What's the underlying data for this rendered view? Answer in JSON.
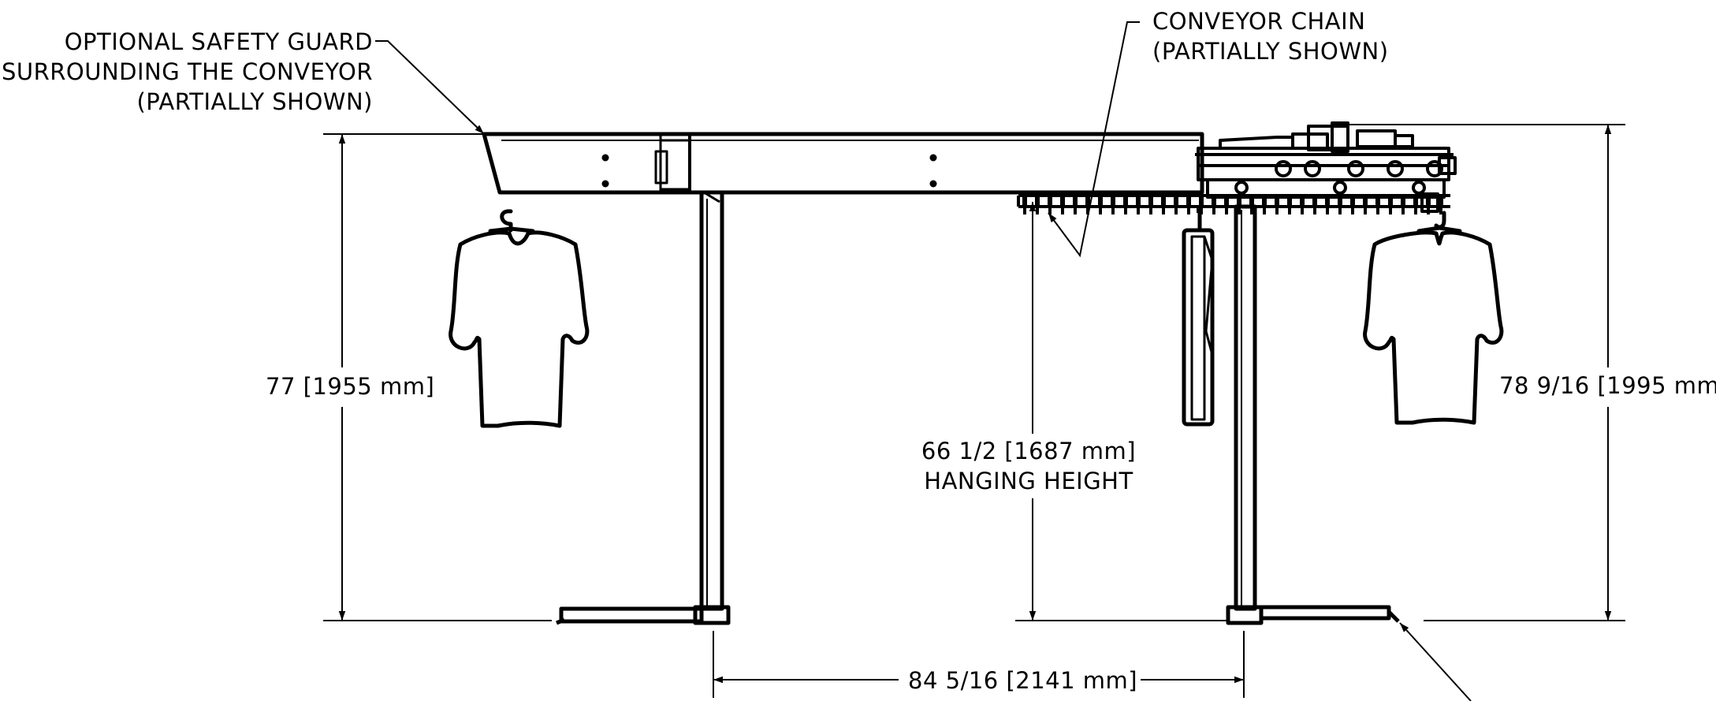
{
  "callouts": {
    "safety_guard": [
      "OPTIONAL SAFETY GUARD",
      "SURROUNDING THE CONVEYOR",
      "(PARTIALLY SHOWN)"
    ],
    "conveyor_chain": [
      "CONVEYOR CHAIN",
      "(PARTIALLY SHOWN)"
    ]
  },
  "dimensions": {
    "left_height": "77 [1955 mm]",
    "right_height": "78 9/16 [1995 mm]",
    "hanging_height": [
      "66 1/2 [1687 mm]",
      "HANGING HEIGHT"
    ],
    "leg_spacing": "84 5/16 [2141 mm]"
  },
  "colors": {
    "line": "#000000",
    "background": "#ffffff"
  }
}
